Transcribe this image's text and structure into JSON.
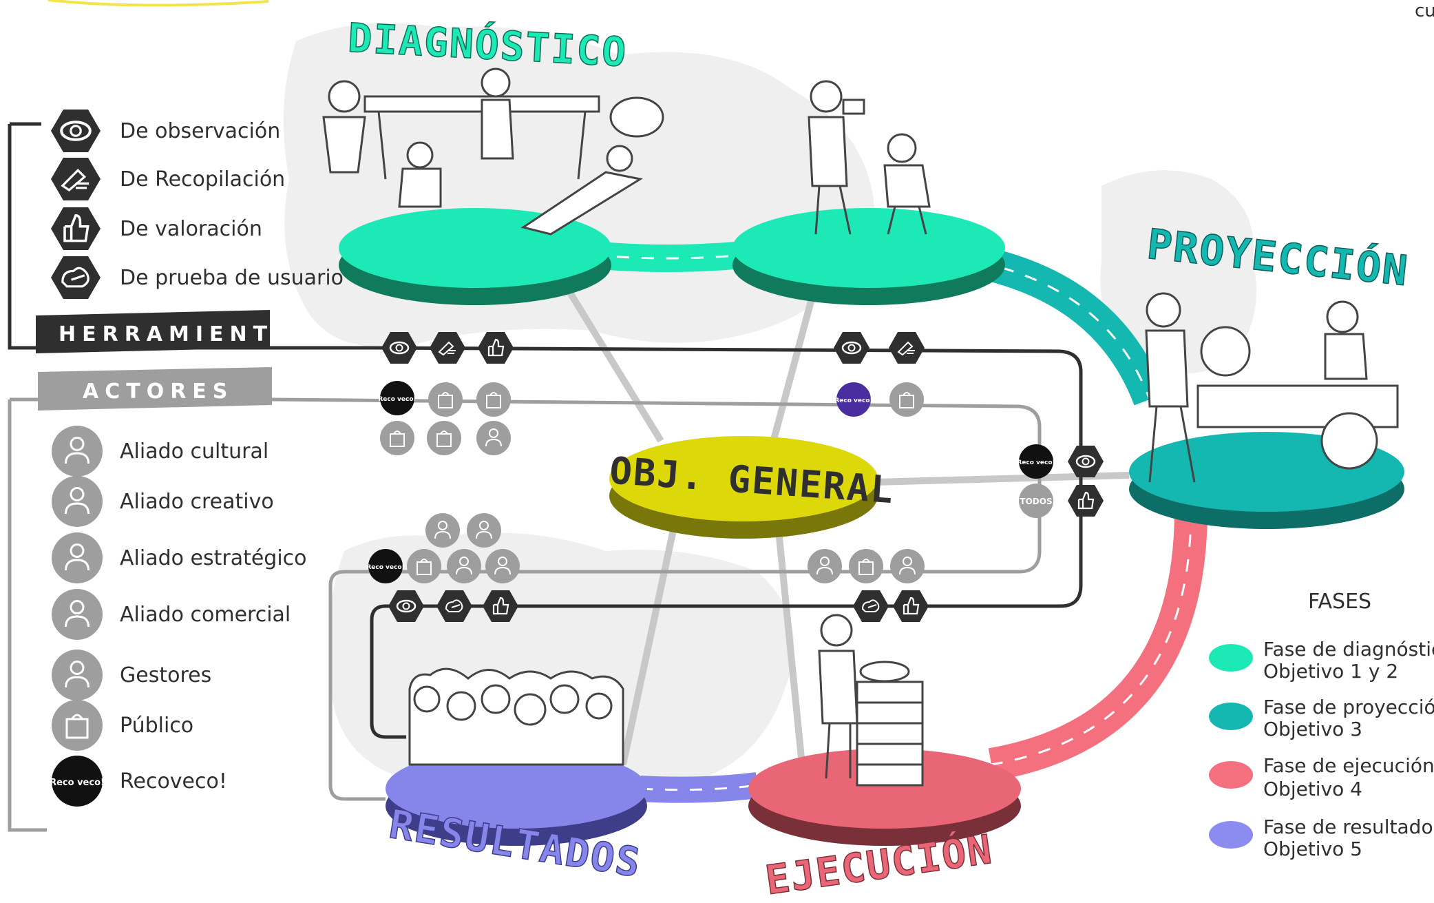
{
  "corner_text": "cu",
  "phase_titles": {
    "diagnostico": "DIAGNÓSTICO",
    "proyeccion": "PROYECCIÓN",
    "resultados": "RESULTADOS",
    "ejecucion": "EJECUCIÓN",
    "obj_general": "OBJ. GENERAL"
  },
  "herramientas": {
    "label": "HERRAMIENTAS",
    "items": [
      {
        "icon": "eye-icon",
        "label": "De observación"
      },
      {
        "icon": "hand-brush-icon",
        "label": "De Recopilación"
      },
      {
        "icon": "thumbs-up-icon",
        "label": "De valoración"
      },
      {
        "icon": "hand-cloud-icon",
        "label": "De prueba de usuario"
      }
    ]
  },
  "actores": {
    "label": "ACTORES",
    "items": [
      {
        "icon": "aliado-cultural-icon",
        "label": "Aliado cultural"
      },
      {
        "icon": "aliado-creativo-icon",
        "label": "Aliado creativo"
      },
      {
        "icon": "aliado-estrategico-icon",
        "label": "Aliado estratégico"
      },
      {
        "icon": "aliado-comercial-icon",
        "label": "Aliado comercial"
      },
      {
        "icon": "gestores-icon",
        "label": "Gestores"
      },
      {
        "icon": "publico-icon",
        "label": "Público"
      },
      {
        "icon": "recoveco-logo-icon",
        "label": "Recoveco!"
      }
    ]
  },
  "badges": {
    "recoveco_logo_text": "Reco veco!",
    "todos": "TODOS"
  },
  "legend": {
    "title": "FASES",
    "items": [
      {
        "line1": "Fase de diagnóstico",
        "line2": "Objetivo 1 y 2",
        "color": "#1de9b6"
      },
      {
        "line1": "Fase de proyección",
        "line2": "Objetivo 3",
        "color": "#14b8b0"
      },
      {
        "line1": "Fase de ejecución",
        "line2": "Objetivo 4",
        "color": "#f4707f"
      },
      {
        "line1": "Fase de resultados",
        "line2": "Objetivo 5",
        "color": "#8c8cf0"
      }
    ]
  },
  "colors": {
    "diagnostico": "#1de9b6",
    "proyeccion": "#14b8b0",
    "ejecucion": "#f4707f",
    "resultados": "#8585ea",
    "obj_general": "#ddd80a",
    "dark": "#2f2f2f",
    "grey": "#9e9e9e"
  }
}
